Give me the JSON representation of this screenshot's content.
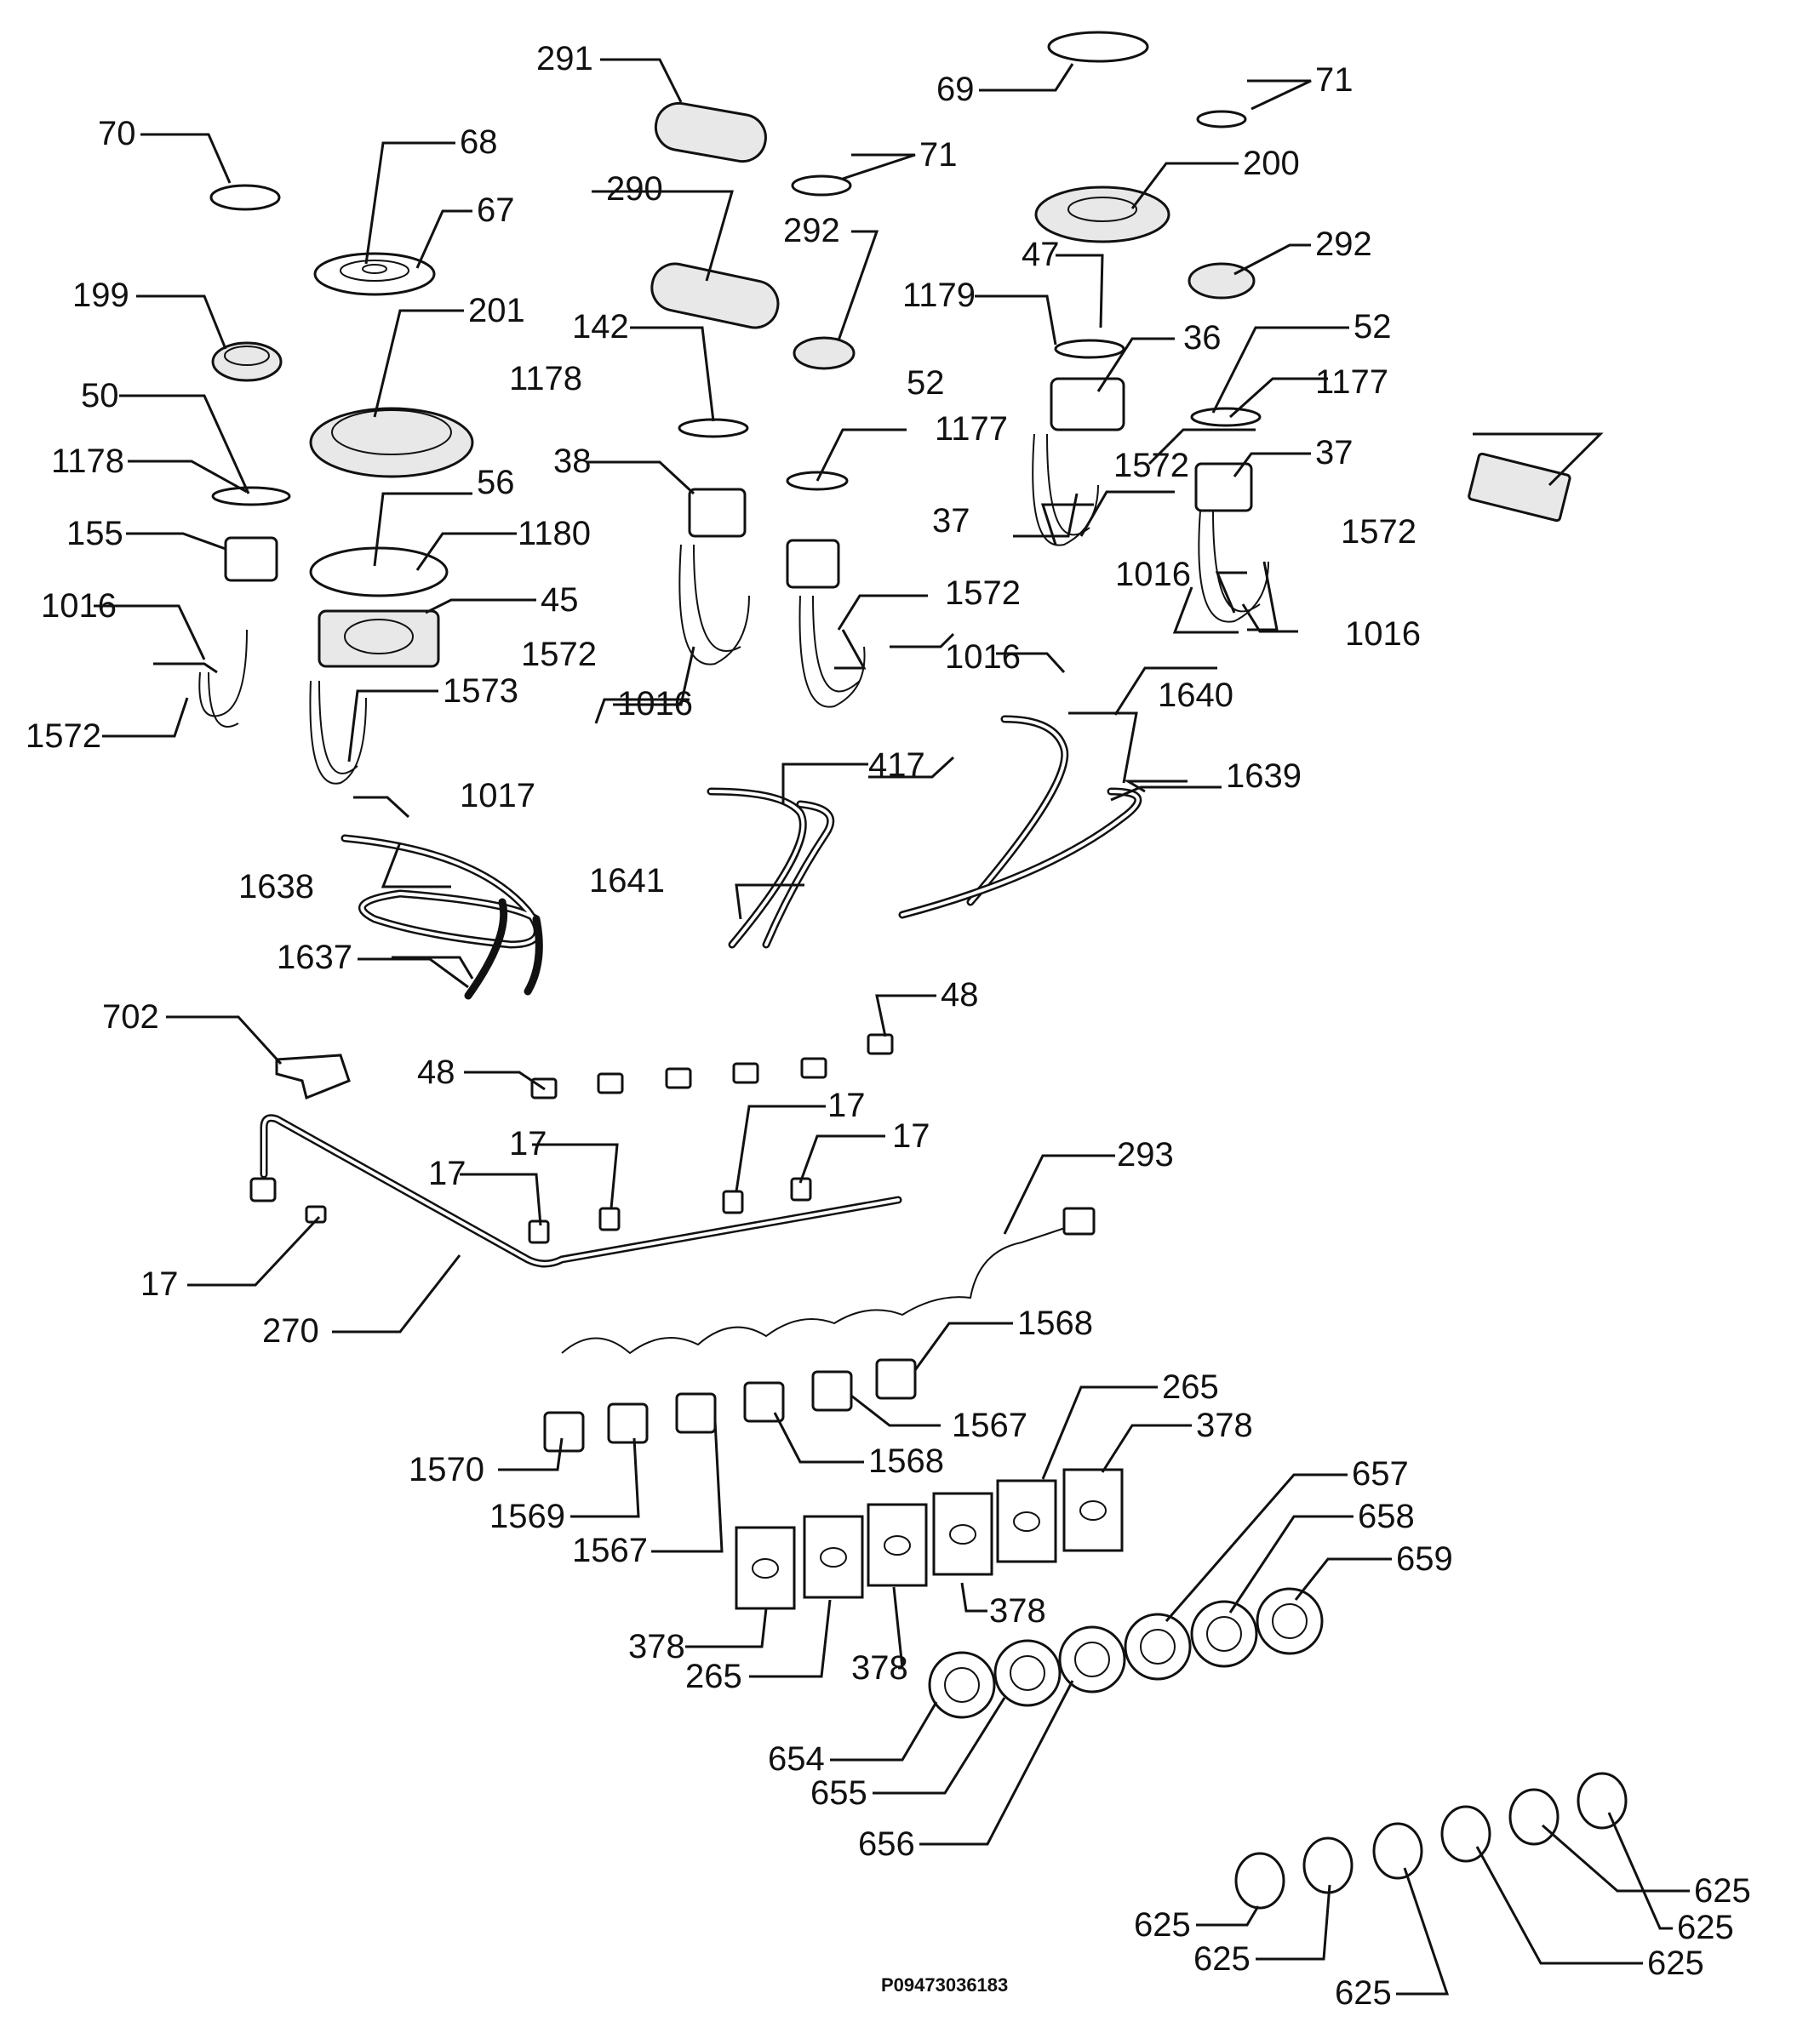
{
  "diagram": {
    "drawing_code": "P09473036183",
    "callouts": [
      "291",
      "69",
      "71",
      "70",
      "68",
      "71",
      "290",
      "67",
      "292",
      "200",
      "47",
      "292",
      "199",
      "201",
      "1179",
      "142",
      "36",
      "52",
      "1178",
      "52",
      "50",
      "1177",
      "1177",
      "1178",
      "38",
      "37",
      "1572",
      "37",
      "155",
      "56",
      "1180",
      "1572",
      "1016",
      "45",
      "1016",
      "1016",
      "1572",
      "1016",
      "1572",
      "1016",
      "1573",
      "1640",
      "1572",
      "1017",
      "417",
      "1639",
      "1638",
      "1641",
      "1637",
      "702",
      "48",
      "48",
      "17",
      "17",
      "17",
      "17",
      "293",
      "17",
      "270",
      "1568",
      "1567",
      "265",
      "1570",
      "1568",
      "378",
      "1569",
      "657",
      "1567",
      "658",
      "659",
      "378",
      "378",
      "265",
      "378",
      "654",
      "655",
      "656",
      "625",
      "625",
      "625",
      "625",
      "625",
      "625"
    ]
  }
}
